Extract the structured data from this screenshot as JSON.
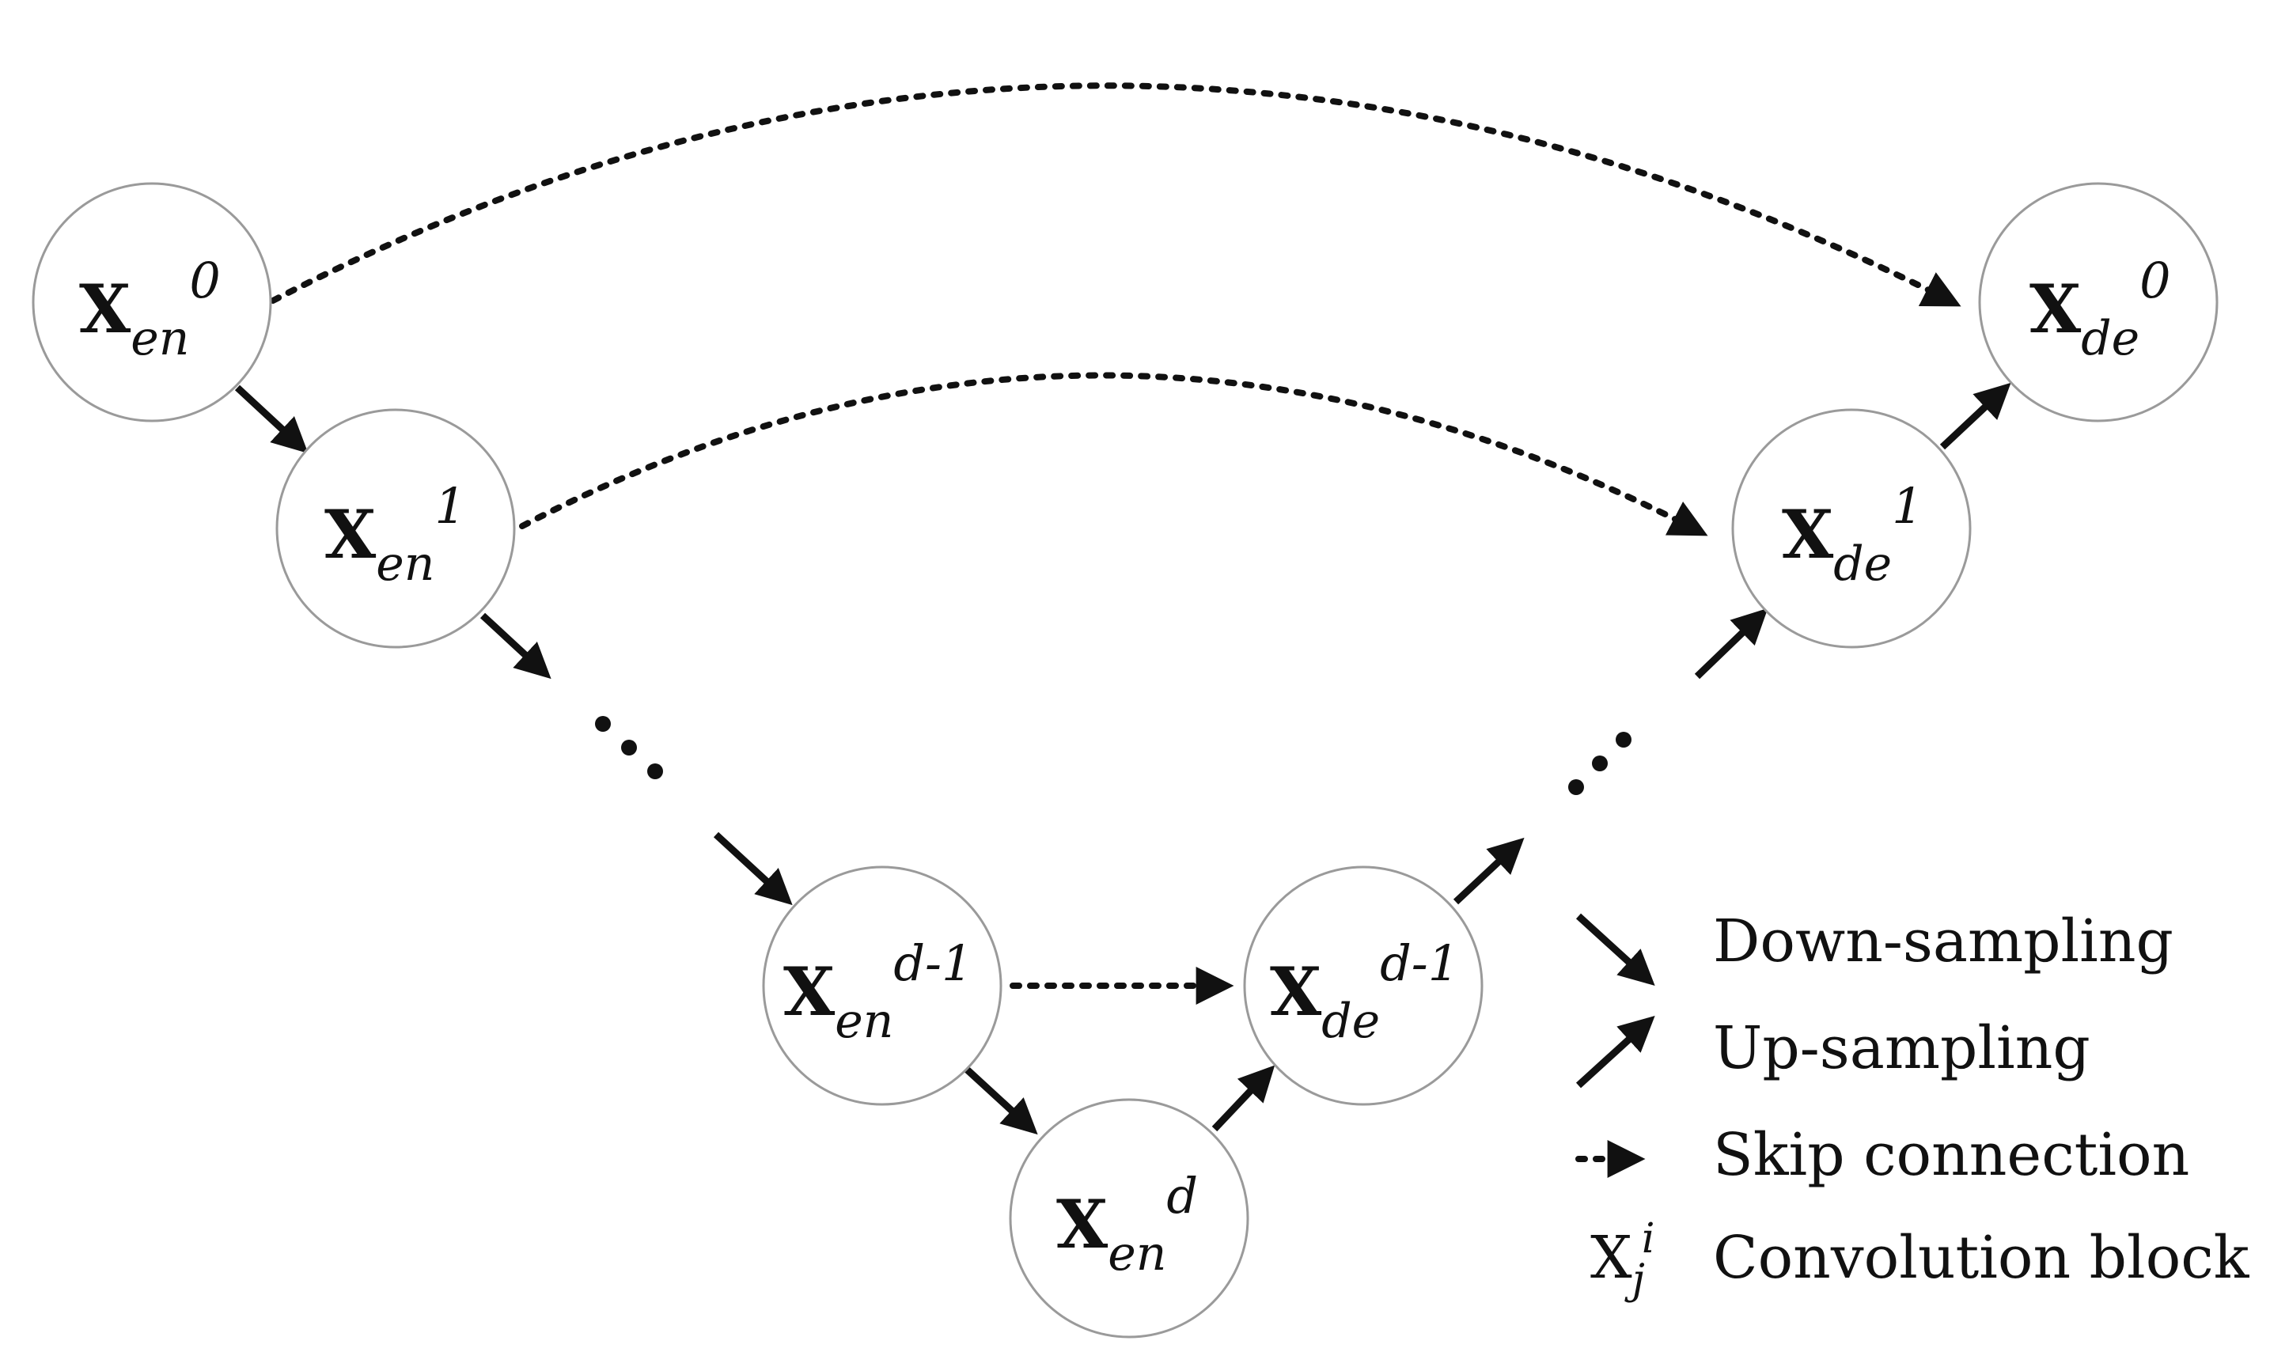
{
  "nodes": [
    {
      "id": "xen0",
      "base": "X",
      "sub": "en",
      "sup": "0"
    },
    {
      "id": "xen1",
      "base": "X",
      "sub": "en",
      "sup": "1"
    },
    {
      "id": "xendm1",
      "base": "X",
      "sub": "en",
      "sup": "d-1"
    },
    {
      "id": "xend",
      "base": "X",
      "sub": "en",
      "sup": "d"
    },
    {
      "id": "xdedm1",
      "base": "X",
      "sub": "de",
      "sup": "d-1"
    },
    {
      "id": "xde1",
      "base": "X",
      "sub": "de",
      "sup": "1"
    },
    {
      "id": "xde0",
      "base": "X",
      "sub": "de",
      "sup": "0"
    }
  ],
  "legend": {
    "down": "Down-sampling",
    "up": "Up-sampling",
    "skip": "Skip connection",
    "conv_symbol": {
      "base": "X",
      "sub": "j",
      "sup": "i"
    },
    "conv": "Convolution block"
  }
}
